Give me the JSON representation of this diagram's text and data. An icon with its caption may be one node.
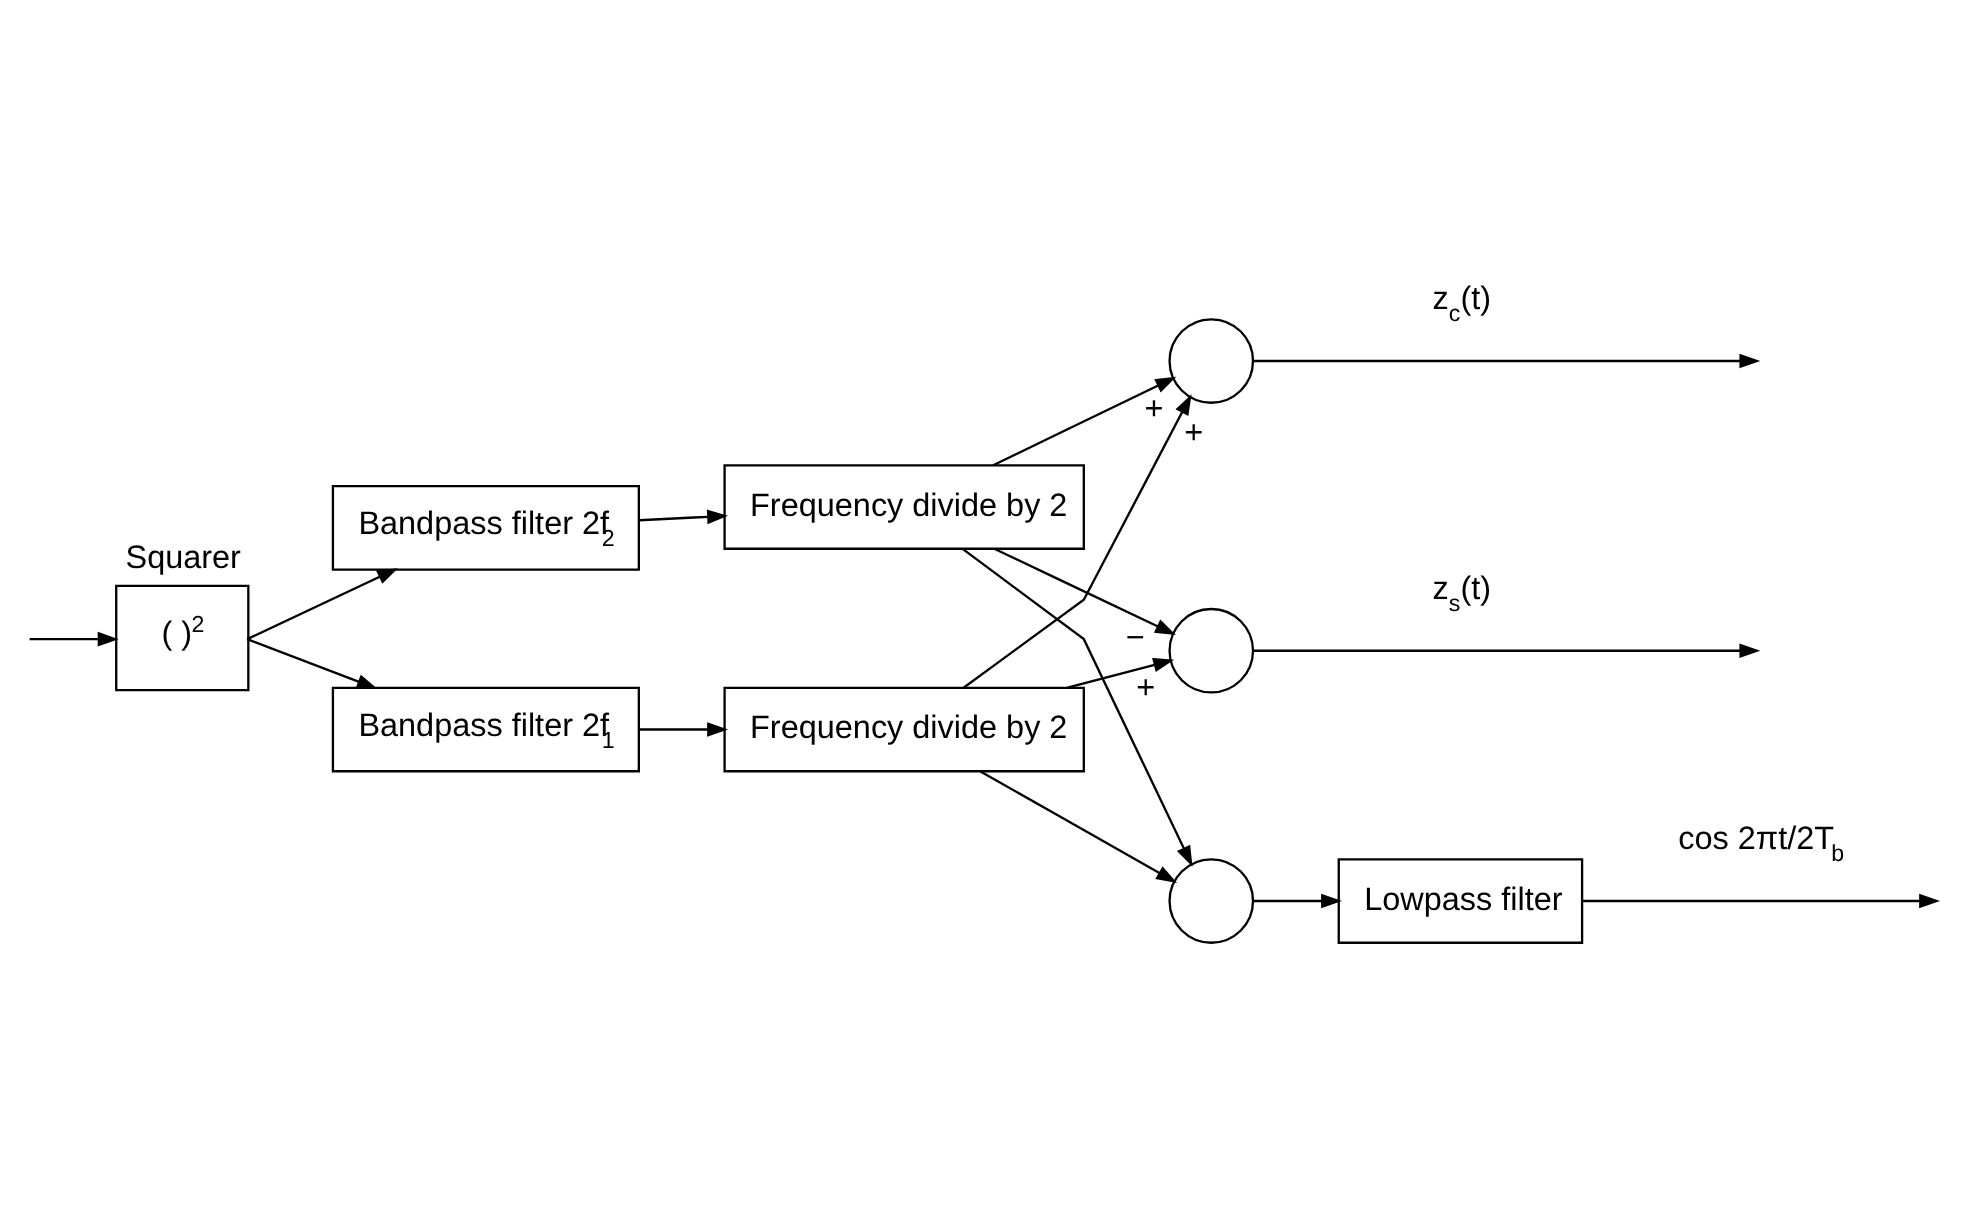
{
  "diagram": {
    "nodes": [
      {
        "text": [
          "Squarer",
          "( )$^{2}$"
        ]
      },
      {
        "text": [
          "Bandpass filter 2f$_{2}$"
        ]
      },
      {
        "text": [
          "Frequency divide by 2"
        ]
      },
      {
        "text": [
          "Bandpass filter 2f$_{1}$"
        ]
      },
      {
        "text": [
          "Frequency divide by 2"
        ]
      },
      {
        "text": [],
        "shape": "circle"
      },
      {
        "text": [],
        "shape": "circle"
      },
      {
        "text": [],
        "shape": "circle"
      },
      {
        "text": [
          "Lowpass filter"
        ]
      }
    ],
    "edges": [
      {
        "from": null,
        "to": 0,
        "arrow": "to"
      },
      {
        "from": 0,
        "to": 1,
        "arrow": "to"
      },
      {
        "from": 0,
        "to": 3,
        "arrow": "to"
      },
      {
        "from": 1,
        "to": 2,
        "arrow": "to"
      },
      {
        "from": 3,
        "to": 4,
        "arrow": "to"
      },
      {
        "from": 2,
        "to": 5,
        "arrow": "to",
        "label": "+"
      },
      {
        "from": 4,
        "to": 5,
        "arrow": "to",
        "label": "+"
      },
      {
        "from": 2,
        "to": 6,
        "arrow": "to",
        "label": "−"
      },
      {
        "from": 4,
        "to": 6,
        "arrow": "to",
        "label": "+"
      },
      {
        "from": 2,
        "to": 7,
        "arrow": "to"
      },
      {
        "from": 4,
        "to": 7,
        "arrow": "to"
      },
      {
        "from": 7,
        "to": 8,
        "arrow": "to"
      },
      {
        "from": 5,
        "to": null,
        "arrow": "to",
        "label": "z$_{c}$(t)"
      },
      {
        "from": 6,
        "to": null,
        "arrow": "to",
        "label": "z$_{s}$(t)"
      },
      {
        "from": 8,
        "to": null,
        "arrow": "to",
        "label": "cos 2πt/2T$_{b}$"
      }
    ]
  }
}
